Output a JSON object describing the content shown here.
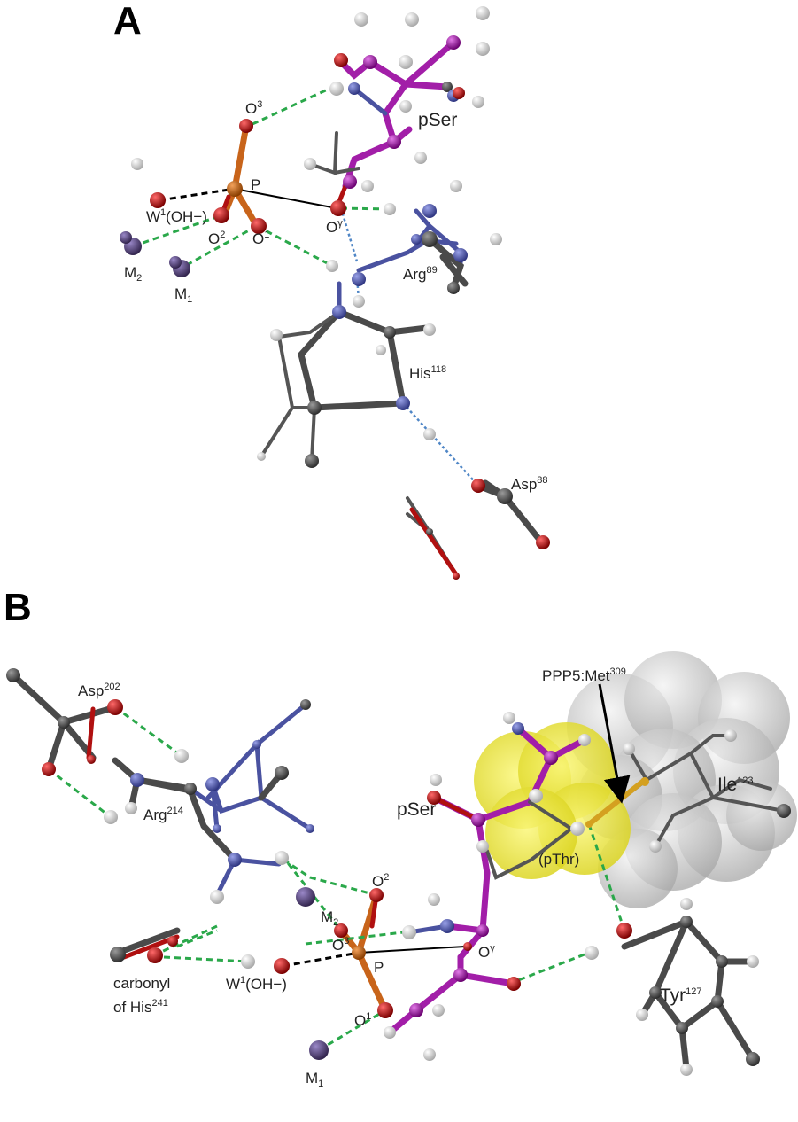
{
  "panels": [
    {
      "letter": "A",
      "labels": {
        "O3": "O",
        "O3_sup": "3",
        "P": "P",
        "pSer": "pSer",
        "W1": "W",
        "W1_sup": "1",
        "W1_rest": "(OH−)",
        "O2": "O",
        "O2_sup": "2",
        "O1": "O",
        "O1_sup": "1",
        "Ogamma": "O",
        "Ogamma_sup": "γ",
        "M2": "M",
        "M2_sub": "2",
        "M1": "M",
        "M1_sub": "1",
        "Arg": "Arg",
        "Arg_sup": "89",
        "His": "His",
        "His_sup": "118",
        "Asp": "Asp",
        "Asp_sup": "88"
      }
    },
    {
      "letter": "B",
      "labels": {
        "Asp": "Asp",
        "Asp_sup": "202",
        "Arg": "Arg",
        "Arg_sup": "214",
        "PPP5": "PPP5:Met",
        "PPP5_sup": "309",
        "Ile": "Ile",
        "Ile_sup": "123",
        "pSer": "pSer",
        "pThr": "(pThr)",
        "M2": "M",
        "M2_sub": "2",
        "O2": "O",
        "O2_sup": "2",
        "O3": "O",
        "O3_sup": "3",
        "Ogamma": "O",
        "Ogamma_sup": "γ",
        "P": "P",
        "carbonyl1": "carbonyl",
        "carbonyl2": "of His",
        "carbonyl2_sup": "241",
        "W1": "W",
        "W1_sup": "1",
        "W1_rest": "(OH−)",
        "O1": "O",
        "O1_sup": "1",
        "M1": "M",
        "M1_sub": "1",
        "Tyr": "Tyr",
        "Tyr_sup": "127"
      }
    }
  ],
  "colors": {
    "carbon": "#4a4a4a",
    "hydrogen": "#d8d8d8",
    "nitrogen": "#4a52a0",
    "oxygen": "#b01010",
    "phosphorus": "#c8641a",
    "metal": "#5c4a8a",
    "substrate": "#a21ea8",
    "hbond": "#2aa84a",
    "pthr_surface": "#f2ee3a",
    "vdw_surface": "#c9c9c9"
  }
}
